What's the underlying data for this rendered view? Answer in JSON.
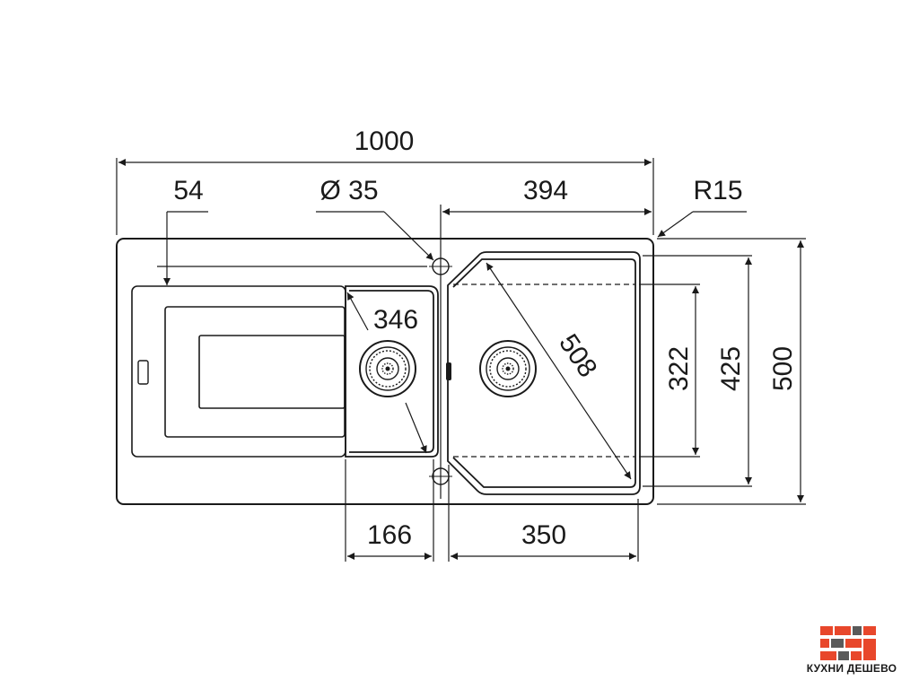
{
  "dimensions": {
    "overall_width": "1000",
    "drainer_offset": "54",
    "tap_hole": "Ø 35",
    "main_bowl_width_top": "394",
    "corner_radius": "R15",
    "small_bowl_diag": "346",
    "main_bowl_diag": "508",
    "bowl_height_inner": "322",
    "bowl_height": "425",
    "overall_depth": "500",
    "small_bowl_width": "166",
    "main_bowl_width": "350"
  },
  "logo": {
    "text": "КУХНИ ДЕШЕВО",
    "colors": {
      "red": "#e8472b",
      "gray": "#5a5a5a"
    }
  },
  "colors": {
    "line": "#1a1a1a",
    "thin": "#2a2a2a"
  }
}
